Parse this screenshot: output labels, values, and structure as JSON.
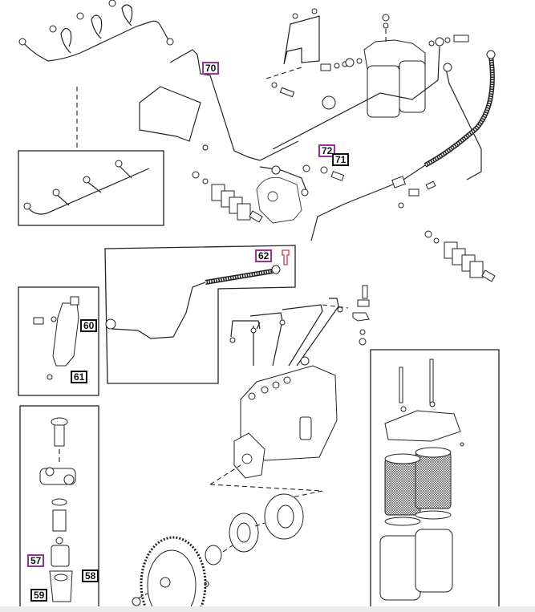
{
  "diagram": {
    "type": "exploded parts diagram",
    "subject": "Fuel injection system: injector lines, fuel filter, injection pump, injector, lift pump",
    "highlight_color": "#9b2f9e",
    "callouts": [
      {
        "id": "70",
        "label": "70",
        "highlighted": true,
        "part": "fuel leak-off pipe"
      },
      {
        "id": "72",
        "label": "72",
        "highlighted": true,
        "part": "sealing washer"
      },
      {
        "id": "71",
        "label": "71",
        "highlighted": false,
        "part": "banjo bolt"
      },
      {
        "id": "62",
        "label": "62",
        "highlighted": true,
        "part": "banjo bolt (red)"
      },
      {
        "id": "60",
        "label": "60",
        "highlighted": false,
        "part": "injector"
      },
      {
        "id": "61",
        "label": "61",
        "highlighted": false,
        "part": "injector seat washer"
      },
      {
        "id": "57",
        "label": "57",
        "highlighted": true,
        "part": "sediment bowl"
      },
      {
        "id": "58",
        "label": "58",
        "highlighted": false,
        "part": "sealing ring"
      },
      {
        "id": "59",
        "label": "59",
        "highlighted": false,
        "part": "retaining clip"
      }
    ],
    "detail_boxes": [
      "leak-off rail inset",
      "injector inset",
      "feed pipe inset",
      "lift pump inset",
      "filter element inset"
    ]
  }
}
